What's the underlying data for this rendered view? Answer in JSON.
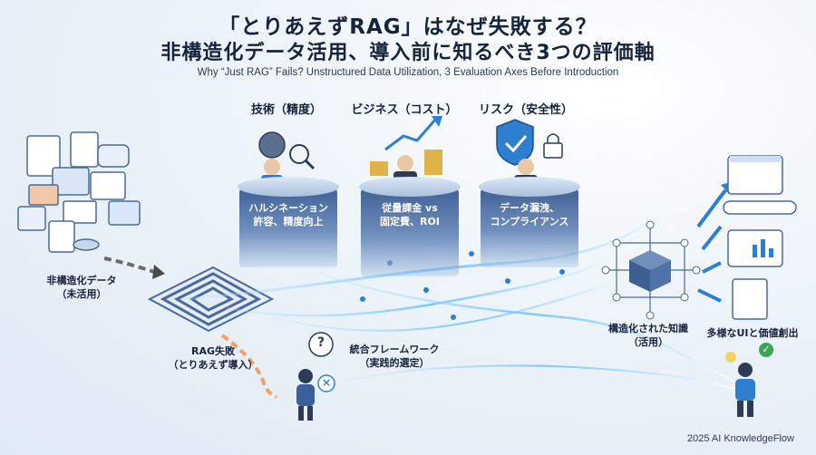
{
  "header": {
    "title_line1": "「とりあえずRAG」はなぜ失敗する？",
    "title_line2": "非構造化データ活用、導入前に知るべき3つの評価軸",
    "subtitle": "Why “Just RAG” Fails? Unstructured Data Utilization, 3 Evaluation Axes Before Introduction"
  },
  "pillars": [
    {
      "heading": "技術（精度）",
      "text_line1": "ハルシネーション",
      "text_line2": "許容、精度向上"
    },
    {
      "heading": "ビジネス（コスト）",
      "text_line1": "従量課金 vs",
      "text_line2": "固定費、ROI"
    },
    {
      "heading": "リスク（安全性）",
      "text_line1": "データ漏洩、",
      "text_line2": "コンプライアンス"
    }
  ],
  "labels": {
    "unstructured_line1": "非構造化データ",
    "unstructured_line2": "（未活用）",
    "rag_fail_line1": "RAG失敗",
    "rag_fail_line2": "（とりあえず導入）",
    "framework_line1": "統合フレームワーク",
    "framework_line2": "（実践的選定）",
    "structured_line1": "構造化された知識",
    "structured_line2": "（活用）",
    "value_creation": "多様なUIと価値創出",
    "question_mark": "?",
    "fail_mark": "×",
    "success_mark": "✓"
  },
  "footer": "2025 AI KnowledgeFlow",
  "colors": {
    "navy": "#16233d",
    "accent": "#2f7fd1",
    "glow": "#7fc8ff",
    "green": "#3aa655",
    "orange": "#f0a060"
  }
}
